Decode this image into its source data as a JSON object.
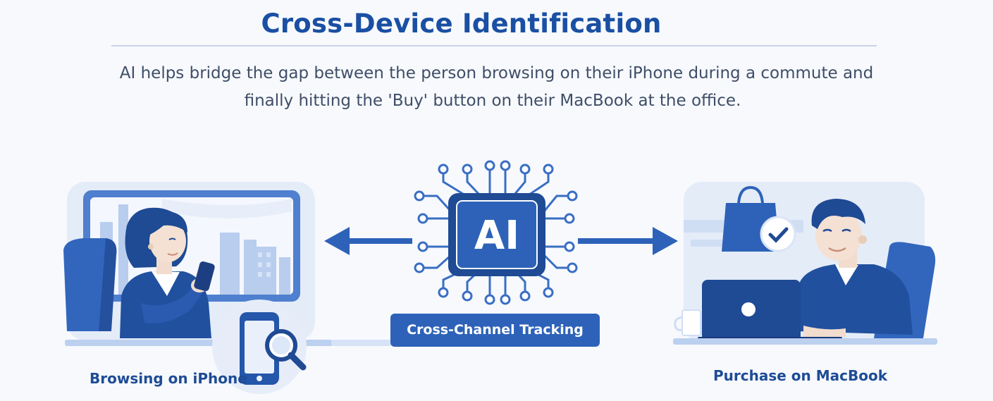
{
  "header": {
    "title": "Cross-Device Identification",
    "subtitle_line1": "AI helps bridge the gap between the person browsing on their iPhone during a commute and",
    "subtitle_line2": "finally hitting the 'Buy' button on their MacBook at the office."
  },
  "center": {
    "chip_label": "AI",
    "tracking_label": "Cross-Channel Tracking"
  },
  "left_panel": {
    "caption": "Browsing on iPhone"
  },
  "right_panel": {
    "caption": "Purchase on MacBook"
  },
  "colors": {
    "primary": "#1a4fa3",
    "accent": "#2d62b8",
    "light": "#dce6f7",
    "background": "#f7f9fd"
  },
  "icons": [
    "ai-chip-icon",
    "left-arrow-icon",
    "right-arrow-icon",
    "smartphone-search-icon",
    "shopping-bag-icon",
    "check-icon",
    "laptop-icon",
    "coffee-mug-icon"
  ]
}
